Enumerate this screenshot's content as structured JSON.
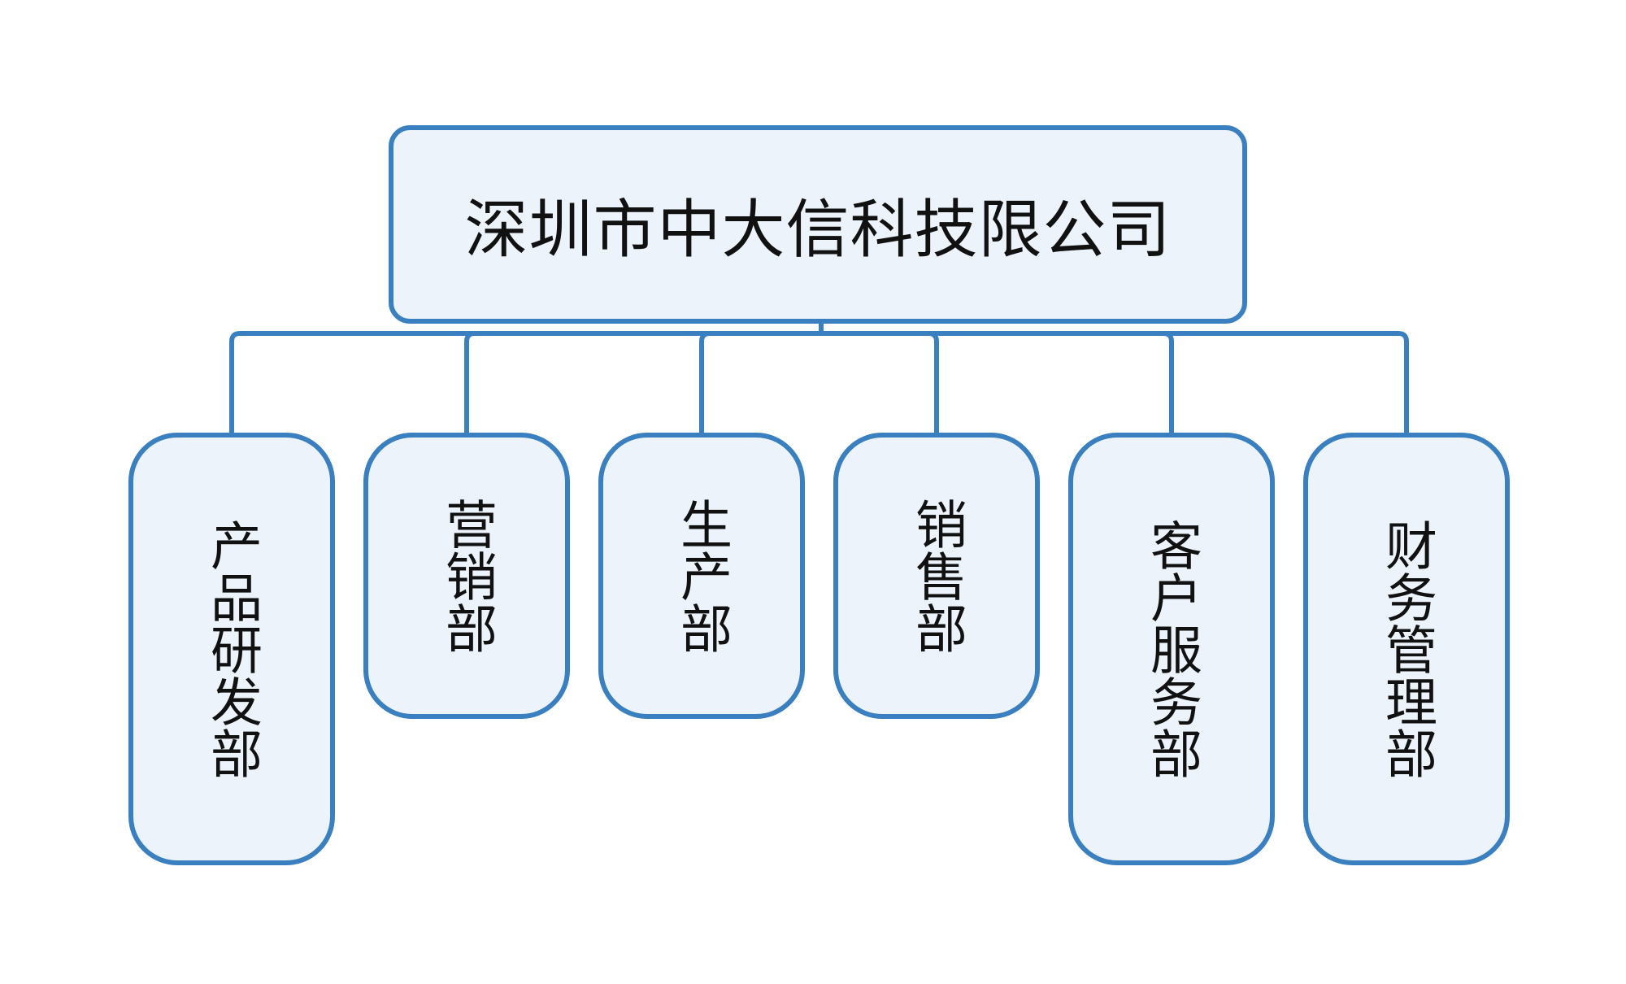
{
  "diagram": {
    "root": {
      "label": "深圳市中大信科技限公司"
    },
    "departments": [
      {
        "label": "产品研发部"
      },
      {
        "label": "营销部"
      },
      {
        "label": "生产部"
      },
      {
        "label": "销售部"
      },
      {
        "label": "客户服务部"
      },
      {
        "label": "财务管理部"
      }
    ],
    "colors": {
      "line": "#3a7fbf",
      "box_fill": "#ecf3fa",
      "text": "#111111"
    }
  }
}
